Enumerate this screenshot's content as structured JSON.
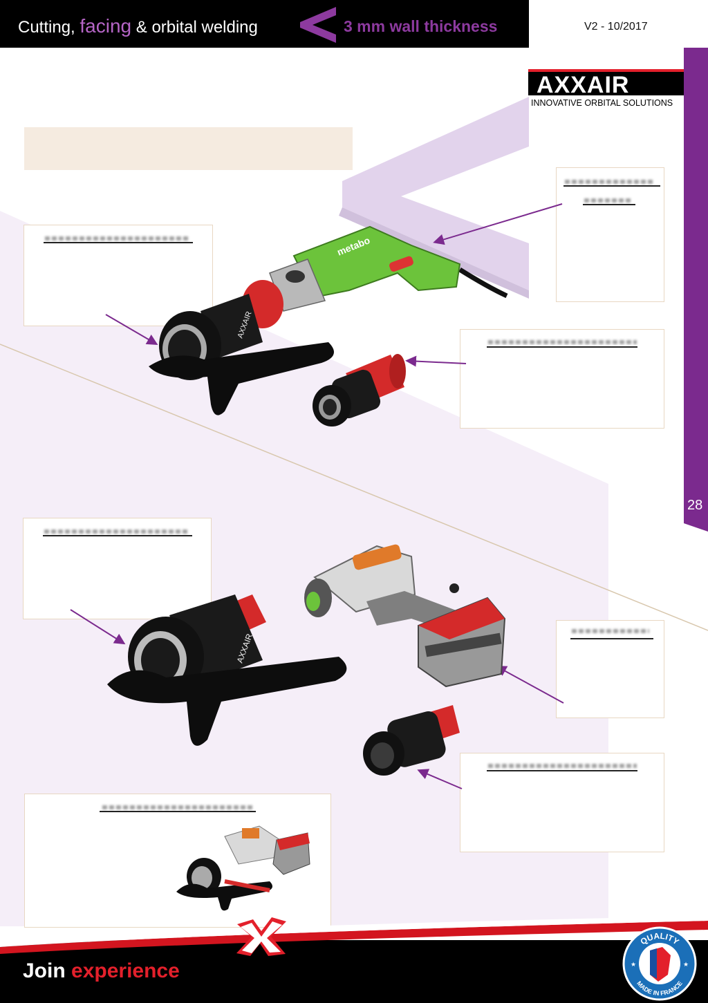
{
  "header": {
    "title_prefix": "Cutting, ",
    "title_highlight": "facing",
    "title_suffix": " & orbital welding",
    "wall_thickness": "3  mm wall thickness",
    "version": "V2 - 10/2017"
  },
  "brand": {
    "name": "AXXAIR",
    "tagline": "INNOVATIVE ORBITAL SOLUTIONS"
  },
  "page_number": "28",
  "footer": {
    "join": "Join",
    "experience": "experience",
    "quality_badge": "QUALITY",
    "made_in": "MADE IN FRANCE"
  },
  "products": {
    "drill_brand": "metabo",
    "engraving": "AXXAIR"
  },
  "colors": {
    "purple": "#7b2a8e",
    "lavender": "#dccbe8",
    "red": "#e3202b",
    "green": "#6cc33b",
    "box_border": "#e8d7c2"
  }
}
